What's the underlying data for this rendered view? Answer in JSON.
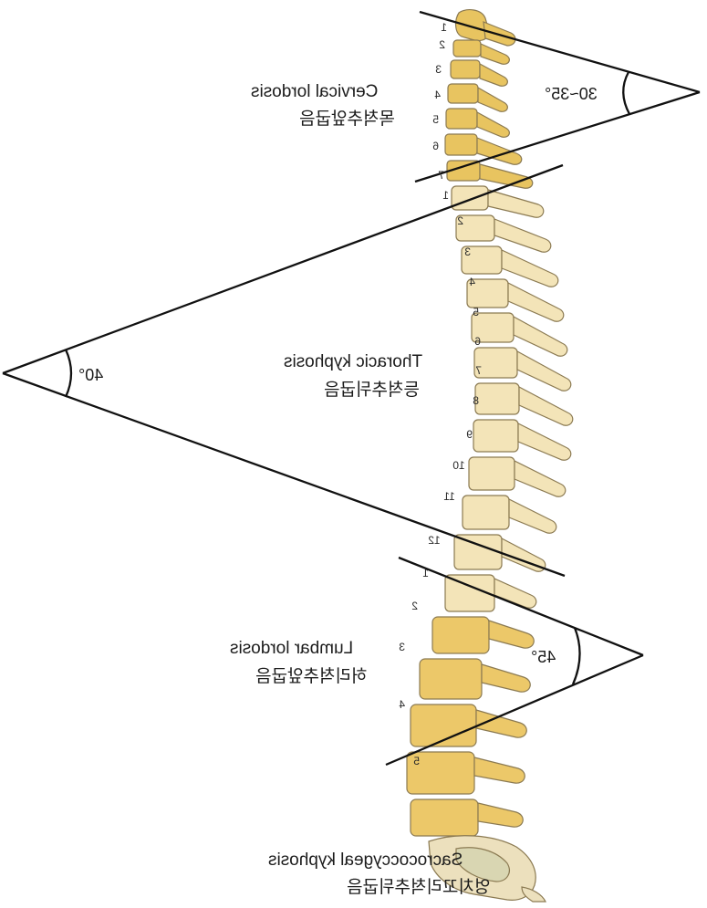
{
  "regions": {
    "cervical": {
      "name_en": "Cervical lordosis",
      "name_ko": "목척추앞굽음",
      "angle": "30~35°",
      "numbers": [
        "1",
        "2",
        "3",
        "4",
        "5",
        "6",
        "7"
      ]
    },
    "thoracic": {
      "name_en": "Thoracic kyphosis",
      "name_ko": "등척추뒤굽음",
      "angle": "40°",
      "numbers": [
        "1",
        "2",
        "3",
        "4",
        "5",
        "6",
        "7",
        "8",
        "9",
        "10",
        "11",
        "12"
      ]
    },
    "lumbar": {
      "name_en": "Lumbar lordosis",
      "name_ko": "허리척추앞굽음",
      "angle": "45°",
      "numbers": [
        "1",
        "2",
        "3",
        "4",
        "5"
      ]
    },
    "sacral": {
      "name_en": "Sacrococcygeal kyphosis",
      "name_ko": "엉치꼬리척추뒤굽음"
    }
  },
  "colors": {
    "cervical_bone": "#e8c460",
    "thoracic_bone": "#f3e4b8",
    "lumbar_bone": "#ecc869",
    "sacral_bone": "#ece0bd",
    "outline": "#8b7a52",
    "lines": "#111111"
  }
}
